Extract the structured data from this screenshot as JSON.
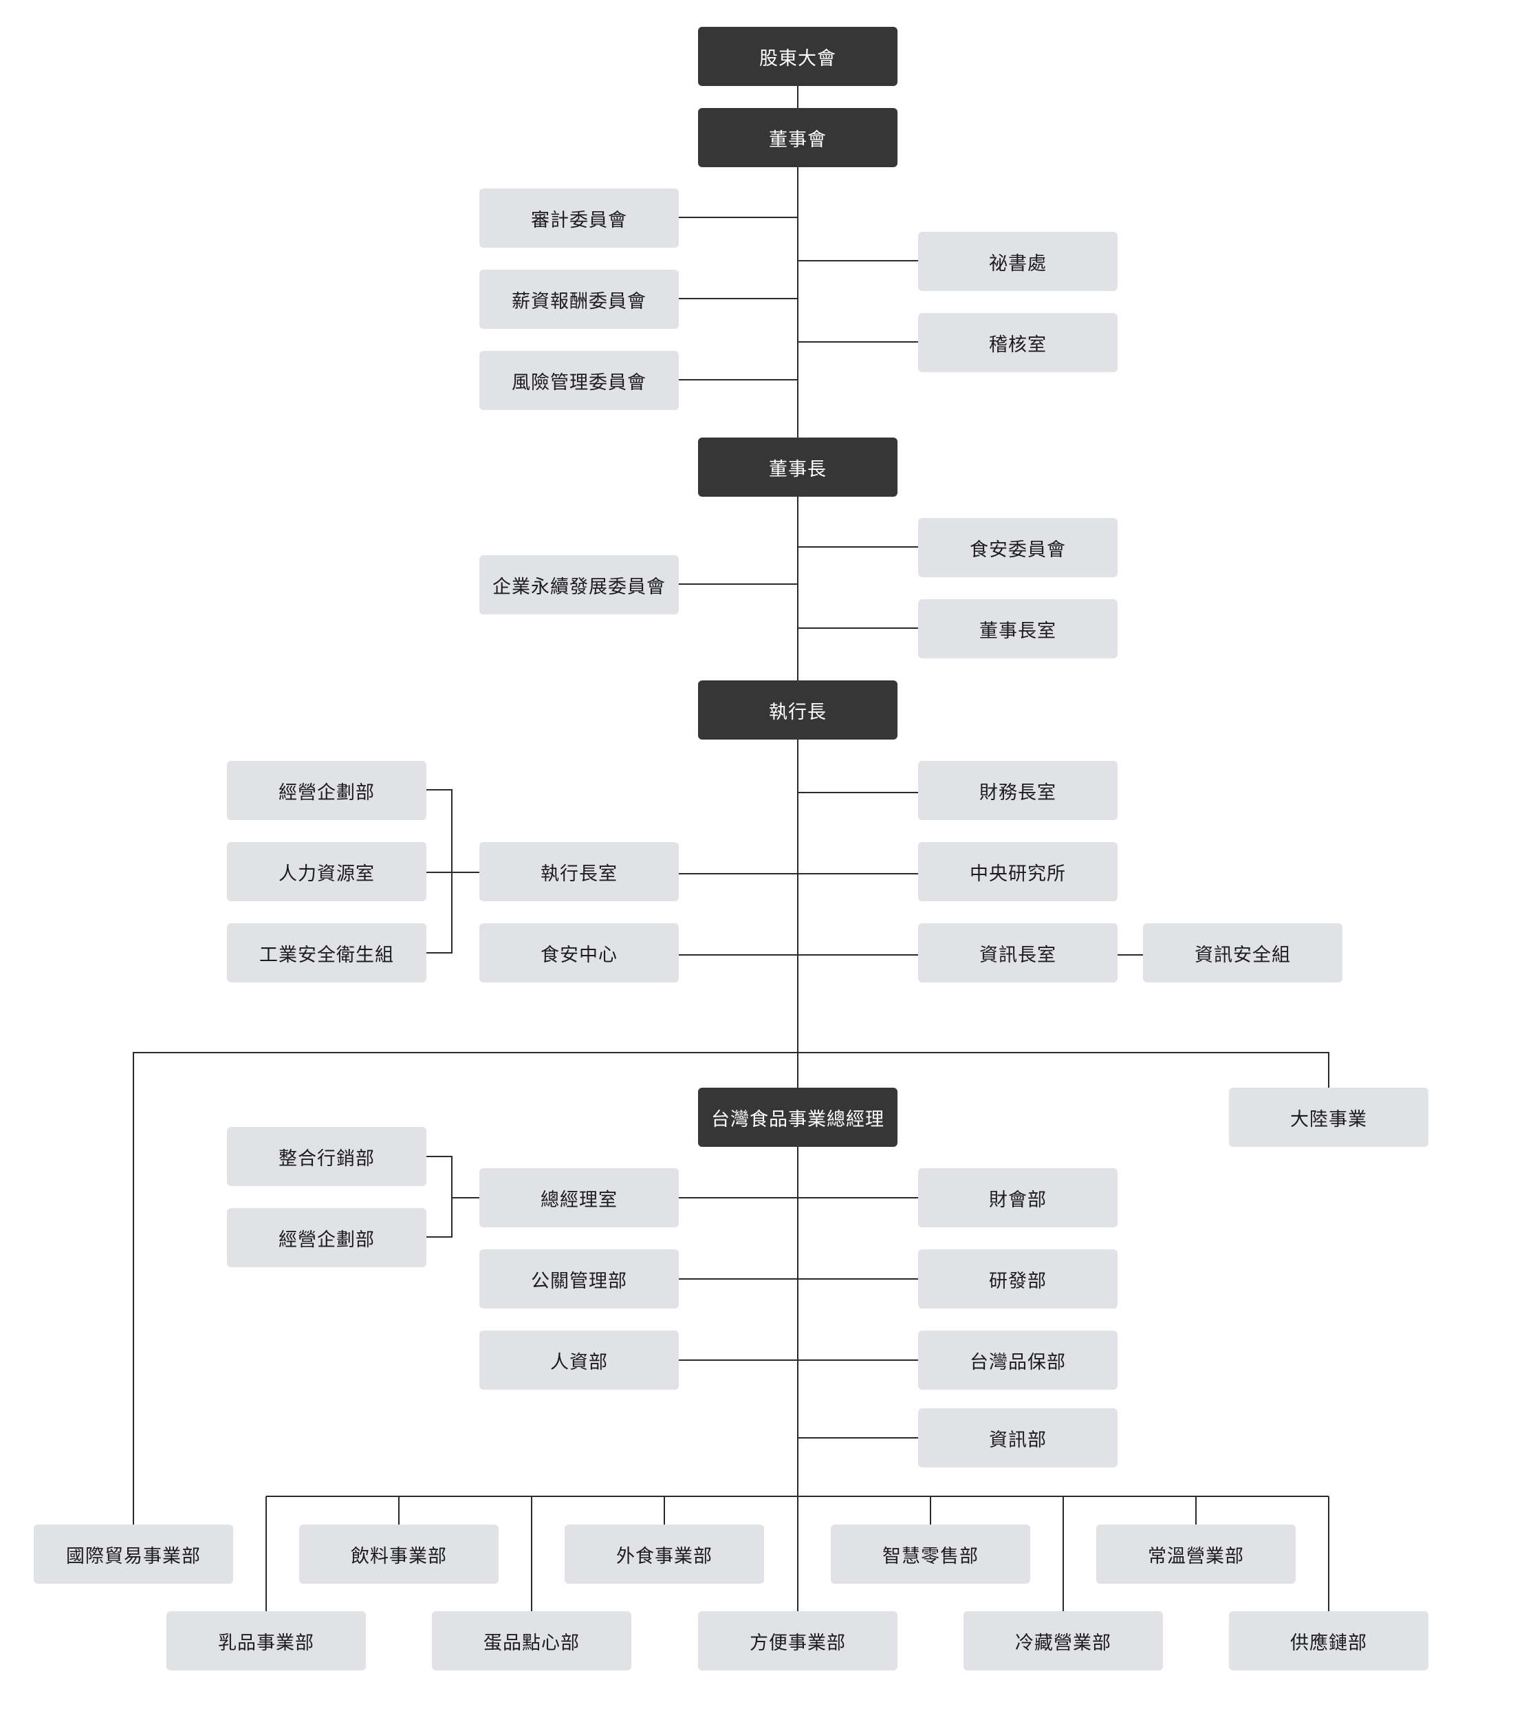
{
  "org_chart": {
    "shareholders": "股東大會",
    "board": "董事會",
    "audit_committee": "審計委員會",
    "compensation_committee": "薪資報酬委員會",
    "risk_committee": "風險管理委員會",
    "secretariat": "祕書處",
    "audit_office": "稽核室",
    "chairman": "董事長",
    "sustainability_committee": "企業永續發展委員會",
    "food_safety_committee": "食安委員會",
    "chairman_office": "董事長室",
    "ceo": "執行長",
    "ceo_planning": "經營企劃部",
    "hr_office": "人力資源室",
    "industrial_safety": "工業安全衛生組",
    "ceo_office": "執行長室",
    "food_safety_center": "食安中心",
    "cfo_office": "財務長室",
    "research_institute": "中央研究所",
    "cio_office": "資訊長室",
    "infosec_team": "資訊安全組",
    "taiwan_gm": "台灣食品事業總經理",
    "china_business": "大陸事業",
    "integrated_marketing": "整合行銷部",
    "gm_planning": "經營企劃部",
    "gm_office": "總經理室",
    "pr_dept": "公關管理部",
    "hr_dept": "人資部",
    "finance_dept": "財會部",
    "rnd_dept": "研發部",
    "qa_dept": "台灣品保部",
    "it_dept": "資訊部",
    "international_trade": "國際貿易事業部",
    "beverage": "飲料事業部",
    "foodservice": "外食事業部",
    "smart_retail": "智慧零售部",
    "ambient_sales": "常溫營業部",
    "dairy": "乳品事業部",
    "egg_dessert": "蛋品點心部",
    "convenience": "方便事業部",
    "chilled_sales": "冷藏營業部",
    "supply_chain": "供應鏈部"
  },
  "colors": {
    "dark_box": "#363636",
    "light_box": "#e1e2e6",
    "line": "#2a2a2a"
  }
}
